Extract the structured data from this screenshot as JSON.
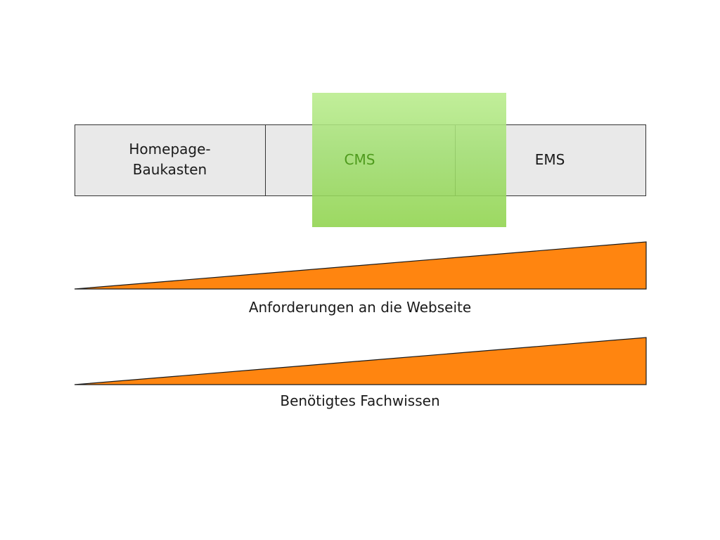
{
  "diagram": {
    "categories": [
      {
        "id": "homepage",
        "label_line1": "Homepage-",
        "label_line2": "Baukasten"
      },
      {
        "id": "cms",
        "label": "CMS",
        "highlighted": true
      },
      {
        "id": "ems",
        "label": "EMS"
      }
    ],
    "wedges": [
      {
        "caption": "Anforderungen an die Webseite"
      },
      {
        "caption": "Benötigtes Fachwissen"
      }
    ],
    "colors": {
      "strip_fill": "#e9e9e9",
      "strip_border": "#333333",
      "highlight_green": "#a2df72",
      "cms_text": "#4e9a1c",
      "wedge_fill": "#ff8510"
    }
  }
}
